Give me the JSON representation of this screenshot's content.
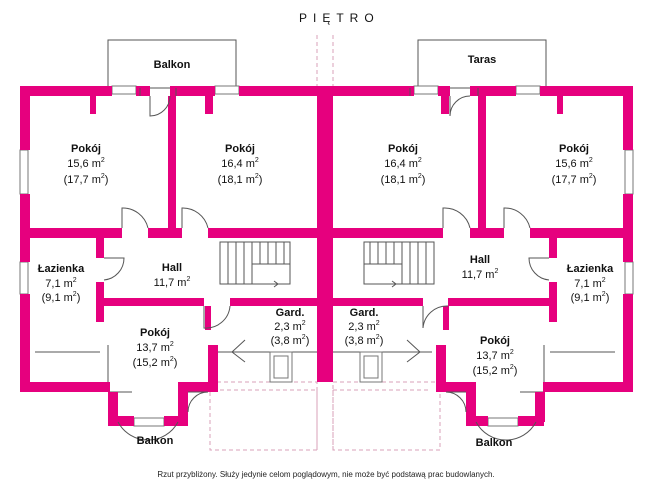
{
  "title": "PIĘTRO",
  "caption": "Rzut przybliżony. Służy jedynie celom poglądowym, nie może być podstawą prac budowlanych.",
  "colors": {
    "wall": "#e6007e",
    "line": "#555555",
    "dash": "#d8a0b8"
  },
  "outdoor": {
    "balkon_top": "Balkon",
    "taras": "Taras",
    "balkon_bottom_left": "Balkon",
    "balkon_bottom_right": "Balkon"
  },
  "rooms": [
    {
      "name": "Pokój",
      "area": "15,6 m",
      "total": "(17,7 m",
      "close": ")"
    },
    {
      "name": "Pokój",
      "area": "16,4 m",
      "total": "(18,1 m",
      "close": ")"
    },
    {
      "name": "Pokój",
      "area": "16,4 m",
      "total": "(18,1 m",
      "close": ")"
    },
    {
      "name": "Pokój",
      "area": "15,6 m",
      "total": "(17,7 m",
      "close": ")"
    },
    {
      "name": "Łazienka",
      "area": "7,1 m",
      "total": "(9,1 m",
      "close": ")"
    },
    {
      "name": "Hall",
      "area": "11,7 m",
      "total": "",
      "close": ""
    },
    {
      "name": "Hall",
      "area": "11,7 m",
      "total": "",
      "close": ""
    },
    {
      "name": "Łazienka",
      "area": "7,1 m",
      "total": "(9,1 m",
      "close": ")"
    },
    {
      "name": "Pokój",
      "area": "13,7 m",
      "total": "(15,2 m",
      "close": ")"
    },
    {
      "name": "Gard.",
      "area": "2,3 m",
      "total": "(3,8 m",
      "close": ")"
    },
    {
      "name": "Gard.",
      "area": "2,3 m",
      "total": "(3,8 m",
      "close": ")"
    },
    {
      "name": "Pokój",
      "area": "13,7 m",
      "total": "(15,2 m",
      "close": ")"
    }
  ],
  "superscript": "2"
}
